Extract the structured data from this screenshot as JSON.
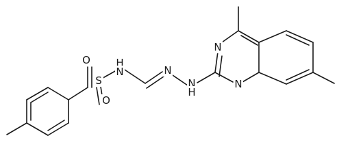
{
  "molecule": {
    "atoms": {
      "o_top": "O",
      "o_bottom": "O",
      "sulfur": "S",
      "nh_amide": "N",
      "h_amide": "H",
      "n_imine": "N",
      "n_hydrazine": "N",
      "h_hydrazine": "H",
      "n_ring_top": "N",
      "n_ring_bottom": "N"
    }
  }
}
